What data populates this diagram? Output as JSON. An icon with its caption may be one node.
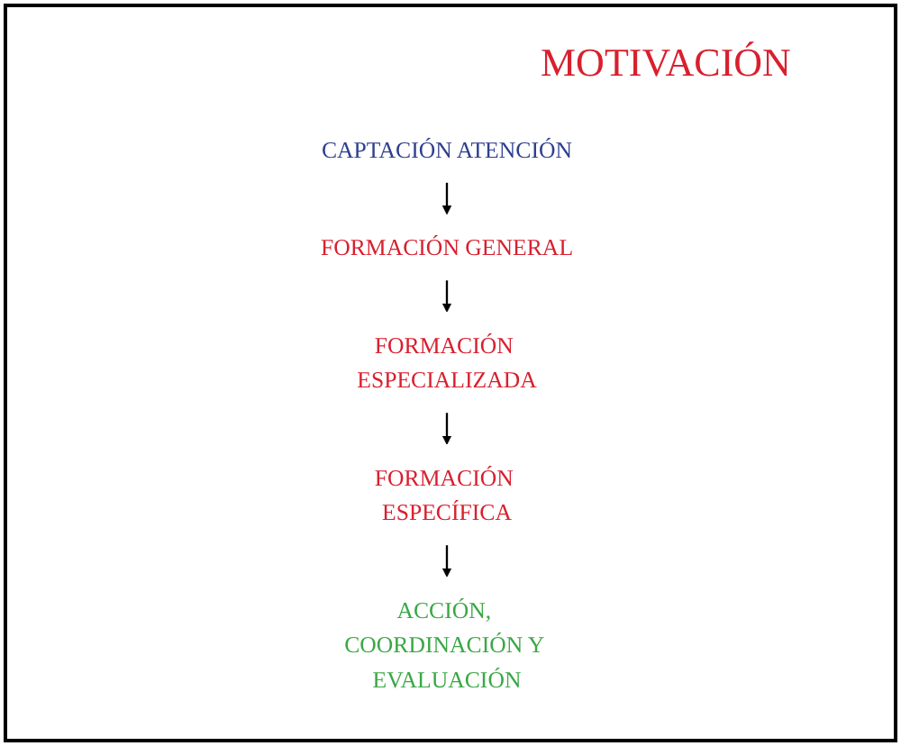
{
  "diagram": {
    "nodes": [
      {
        "text": [
          "CAPTACIÓN ATENCIÓN"
        ]
      },
      {
        "text": [
          "FORMACIÓN GENERAL"
        ]
      },
      {
        "text": [
          "FORMACIÓN ESPECIALIZADA"
        ]
      },
      {
        "text": [
          "FORMACIÓN ESPECÍFICA"
        ]
      },
      {
        "text": [
          "ACCIÓN, COORDINACIÓN Y EVALUACIÓN"
        ]
      }
    ],
    "edges": [
      {
        "from": 0,
        "to": 1,
        "arrow": "to"
      },
      {
        "from": 1,
        "to": 2,
        "arrow": "to"
      },
      {
        "from": 2,
        "to": 3,
        "arrow": "to"
      },
      {
        "from": 3,
        "to": 4,
        "arrow": "to"
      }
    ],
    "labels": [
      "MOTIVACIÓN"
    ]
  }
}
